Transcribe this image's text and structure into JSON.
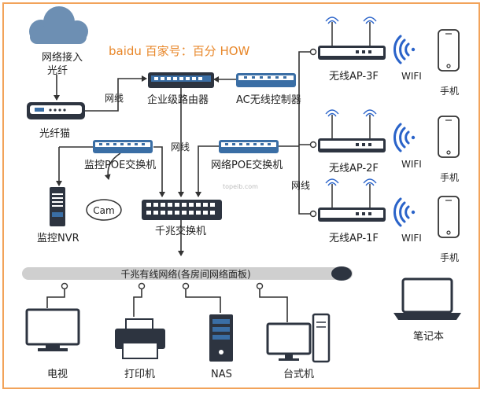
{
  "colors": {
    "border": "#f2a35a",
    "watermark": "#e8872a",
    "cloud": "#6d8fb3",
    "device_dark": "#2d3440",
    "device_blue": "#3a6ea5",
    "line": "#333333",
    "wifi": "#2a63c9",
    "bus": "#cfcfcf"
  },
  "watermark": "baidu 百家号：百分 HOW",
  "labels": {
    "internet": "网络接入",
    "fiber": "光纤",
    "modem": "光纤猫",
    "router": "企业级路由器",
    "ac_controller": "AC无线控制器",
    "net_line_1": "网线",
    "net_line_2": "网线",
    "net_line_3": "网线",
    "poe_monitor": "监控POE交换机",
    "poe_network": "网络POE交换机",
    "nvr": "监控NVR",
    "cam": "Cam",
    "gigabit_switch": "千兆交换机",
    "bus": "千兆有线网络(各房间网络面板)",
    "ap3": "无线AP-3F",
    "ap2": "无线AP-2F",
    "ap1": "无线AP-1F",
    "wifi": "WIFI",
    "phone": "手机",
    "tv": "电视",
    "printer": "打印机",
    "nas": "NAS",
    "desktop": "台式机",
    "laptop": "笔记本",
    "site_mark": "topeib.com"
  }
}
